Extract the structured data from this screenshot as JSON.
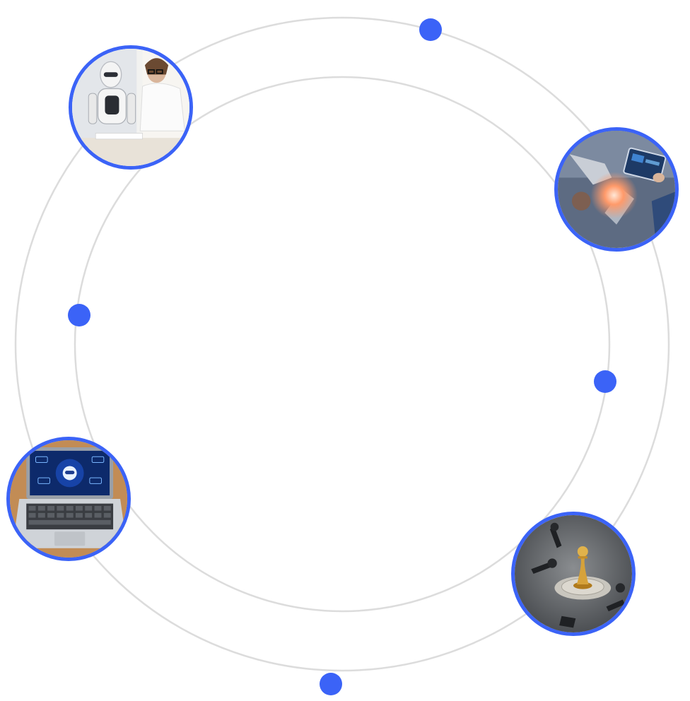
{
  "accent_color": "#3b63f7",
  "ring_color": "#dcdcdc",
  "photos": [
    {
      "name": "robot-and-woman-at-desk-photo"
    },
    {
      "name": "industrial-robot-arm-with-tablet-photo"
    },
    {
      "name": "laptop-with-chatbot-screen-photo"
    },
    {
      "name": "golden-chess-pawn-on-board-photo"
    }
  ]
}
